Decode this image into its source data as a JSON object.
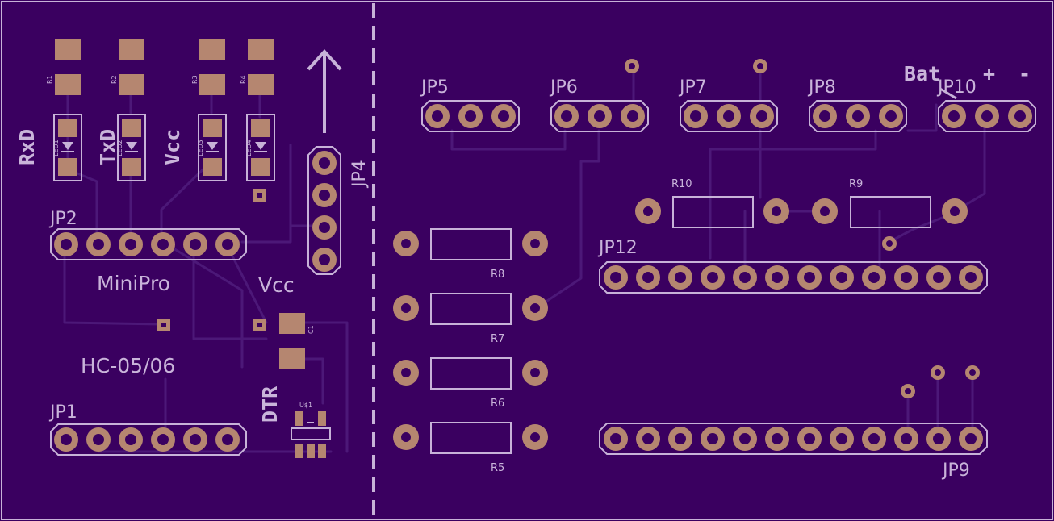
{
  "board": {
    "colors": {
      "background": "#3a0060",
      "silkscreen": "#c7b2d8",
      "pad": "#b58670",
      "trace": "#4c1878"
    },
    "left_labels": {
      "rxd": "RxD",
      "txd": "TxD",
      "vcc_vertical": "Vcc",
      "jp2": "JP2",
      "minipro": "MiniPro",
      "vcc": "Vcc",
      "hc05": "HC-05/06",
      "dtr": "DTR",
      "jp1": "JP1",
      "jp4": "JP4",
      "r1": "R1",
      "r2": "R2",
      "r3": "R3",
      "r4": "R4",
      "led1": "LED1",
      "led2": "LED2",
      "led3": "LED3",
      "led4": "LED4",
      "c1": "C1",
      "u1": "U$1"
    },
    "right_labels": {
      "jp5": "JP5",
      "jp6": "JP6",
      "jp7": "JP7",
      "jp8": "JP8",
      "bat": "Bat",
      "plus": "+",
      "minus": "-",
      "jp10": "JP10",
      "r10": "R10",
      "r9": "R9",
      "jp12": "JP12",
      "r8": "R8",
      "r7": "R7",
      "r6": "R6",
      "r5": "R5",
      "jp9": "JP9"
    }
  }
}
